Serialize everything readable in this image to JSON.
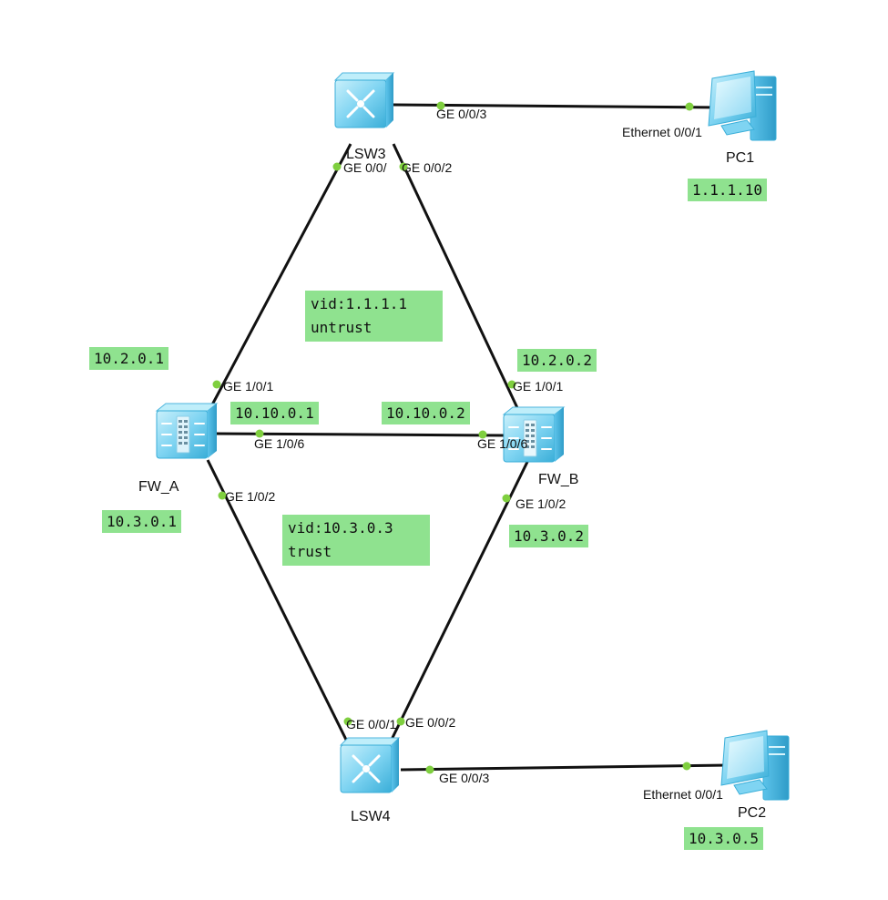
{
  "devices": {
    "lsw3": {
      "name": "LSW3"
    },
    "lsw4": {
      "name": "LSW4"
    },
    "fw_a": {
      "name": "FW_A"
    },
    "fw_b": {
      "name": "FW_B"
    },
    "pc1": {
      "name": "PC1"
    },
    "pc2": {
      "name": "PC2"
    }
  },
  "ports": {
    "lsw3_to_pc1": "GE 0/0/3",
    "pc1_eth": "Ethernet 0/0/1",
    "lsw3_to_fwa": "GE 0/0/",
    "lsw3_to_fwb": "GE 0/0/2",
    "fwa_up": "GE 1/0/1",
    "fwa_mid": "GE 1/0/6",
    "fwa_down": "GE 1/0/2",
    "fwb_up": "GE 1/0/1",
    "fwb_mid": "GE 1/0/6",
    "fwb_down": "GE 1/0/2",
    "lsw4_to_fwa": "GE 0/0/1",
    "lsw4_to_fwb": "GE 0/0/2",
    "lsw4_to_pc2": "GE 0/0/3",
    "pc2_eth": "Ethernet 0/0/1"
  },
  "tags": {
    "pc1_ip": "1.1.1.10",
    "vid_untrust": "vid:1.1.1.1\nuntrust",
    "fwa_up_ip": "10.2.0.1",
    "fwb_up_ip": "10.2.0.2",
    "fwa_mid_ip": "10.10.0.1",
    "fwb_mid_ip": "10.10.0.2",
    "fwa_down_ip": "10.3.0.1",
    "vid_trust": "vid:10.3.0.3\ntrust",
    "fwb_down_ip": "10.3.0.2",
    "pc2_ip": "10.3.0.5"
  },
  "colors": {
    "tag_bg": "#8fe28f",
    "link": "#111111",
    "port_dot": "#7fcf3f",
    "device_blue": "#7fd4f2"
  },
  "icons": {
    "switch": "switch-icon",
    "firewall": "firewall-icon",
    "pc": "pc-icon"
  }
}
